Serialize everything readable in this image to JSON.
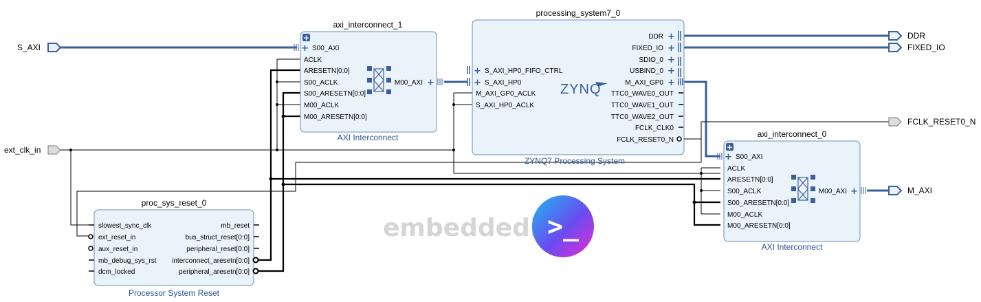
{
  "external_ports": {
    "s_axi": "S_AXI",
    "ext_clk_in": "ext_clk_in",
    "ddr": "DDR",
    "fixed_io": "FIXED_IO",
    "fclk_reset0_n": "FCLK_RESET0_N",
    "m_axi": "M_AXI"
  },
  "axi_interconnect_1": {
    "name": "axi_interconnect_1",
    "type": "AXI Interconnect",
    "ports_left": [
      "S00_AXI",
      "ACLK",
      "ARESETN[0:0]",
      "S00_ACLK",
      "S00_ARESETN[0:0]",
      "M00_ACLK",
      "M00_ARESETN[0:0]"
    ],
    "port_right": "M00_AXI"
  },
  "processing_system7_0": {
    "name": "processing_system7_0",
    "type": "ZYNQ7 Processing System",
    "logo": "ZYNQ",
    "ports_left": [
      "S_AXI_HP0_FIFO_CTRL",
      "S_AXI_HP0",
      "M_AXI_GP0_ACLK",
      "S_AXI_HP0_ACLK"
    ],
    "ports_right": [
      "DDR",
      "FIXED_IO",
      "SDIO_0",
      "USBIND_0",
      "M_AXI_GP0",
      "TTC0_WAVE0_OUT",
      "TTC0_WAVE1_OUT",
      "TTC0_WAVE2_OUT",
      "FCLK_CLK0",
      "FCLK_RESET0_N"
    ]
  },
  "axi_interconnect_0": {
    "name": "axi_interconnect_0",
    "type": "AXI Interconnect",
    "ports_left": [
      "S00_AXI",
      "ACLK",
      "ARESETN[0:0]",
      "S00_ACLK",
      "S00_ARESETN[0:0]",
      "M00_ACLK",
      "M00_ARESETN[0:0]"
    ],
    "port_right": "M00_AXI"
  },
  "proc_sys_reset_0": {
    "name": "proc_sys_reset_0",
    "type": "Processor System Reset",
    "ports_left": [
      "slowest_sync_clk",
      "ext_reset_in",
      "aux_reset_in",
      "mb_debug_sys_rst",
      "dcm_locked"
    ],
    "ports_right": [
      "mb_reset",
      "bus_struct_reset[0:0]",
      "peripheral_reset[0:0]",
      "interconnect_aresetn[0:0]",
      "peripheral_aresetn[0:0]"
    ]
  },
  "watermark": {
    "text": "embeddedinn",
    "prompt_glyph": ">_"
  },
  "colors": {
    "block_fill": "#eaf2fa",
    "block_border": "#6b8fb5",
    "bus": "#3b5f9a",
    "title_blue": "#2a5590"
  }
}
